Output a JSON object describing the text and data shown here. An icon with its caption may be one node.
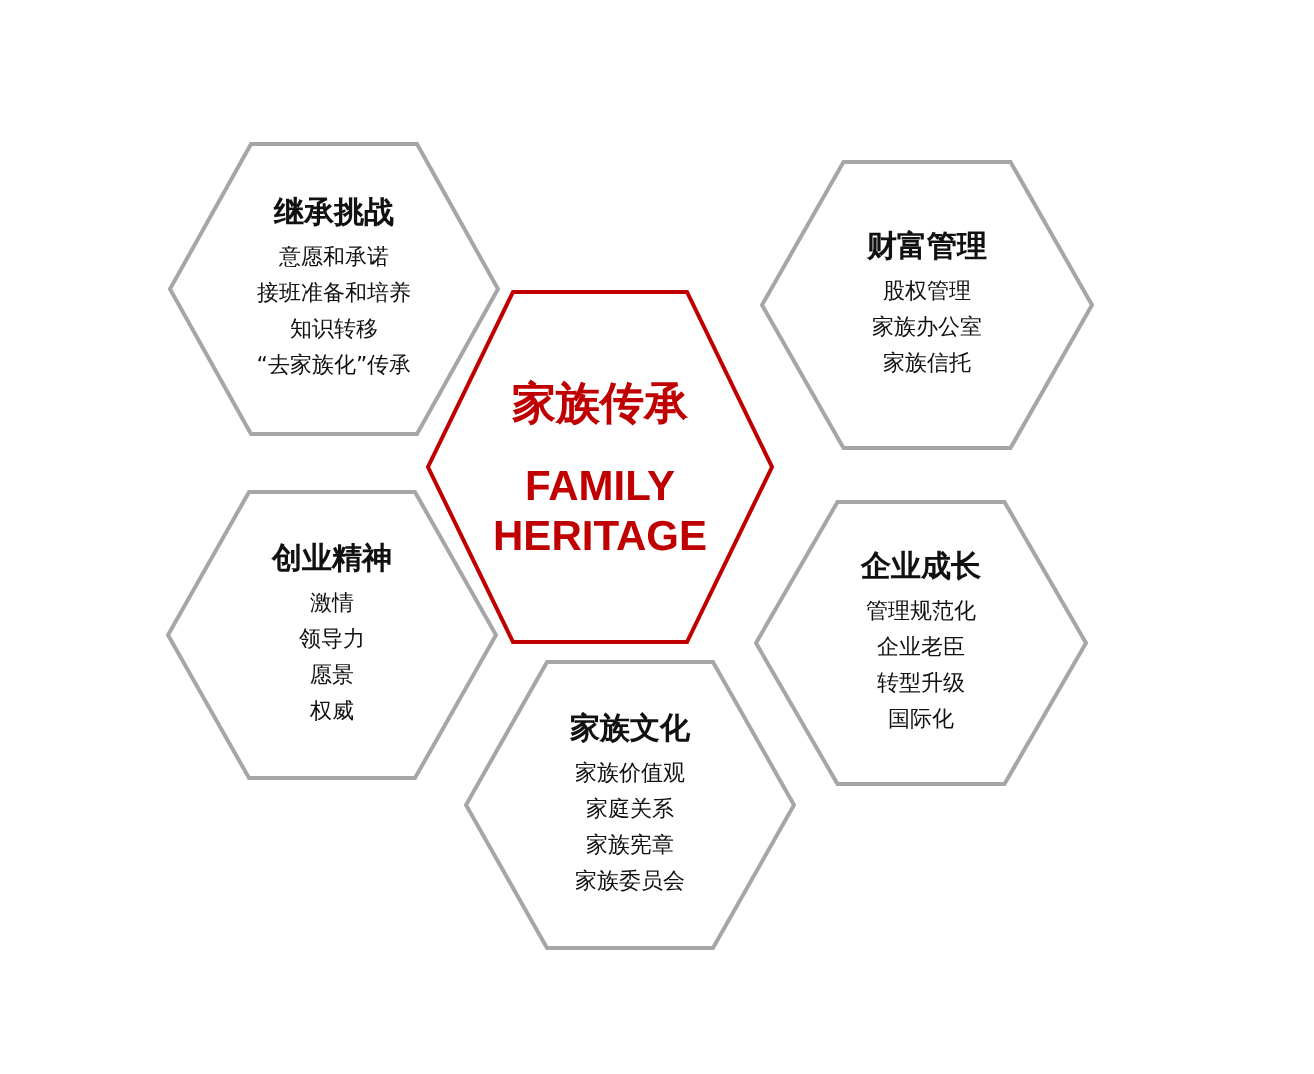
{
  "diagram": {
    "nodes": [
      {
        "text": [
          "家族传承",
          "FAMILY HERITAGE"
        ]
      },
      {
        "text": [
          "继承挑战",
          "意愿和承诺",
          "接班准备和培养",
          "知识转移",
          "“去家族化”传承"
        ]
      },
      {
        "text": [
          "财富管理",
          "股权管理",
          "家族办公室",
          "家族信托"
        ]
      },
      {
        "text": [
          "创业精神",
          "激情",
          "领导力",
          "愿景",
          "权威"
        ]
      },
      {
        "text": [
          "企业成长",
          "管理规范化",
          "企业老臣",
          "转型升级",
          "国际化"
        ]
      },
      {
        "text": [
          "家族文化",
          "家族价值观",
          "家庭关系",
          "家族宪章",
          "家族委员会"
        ]
      }
    ]
  }
}
